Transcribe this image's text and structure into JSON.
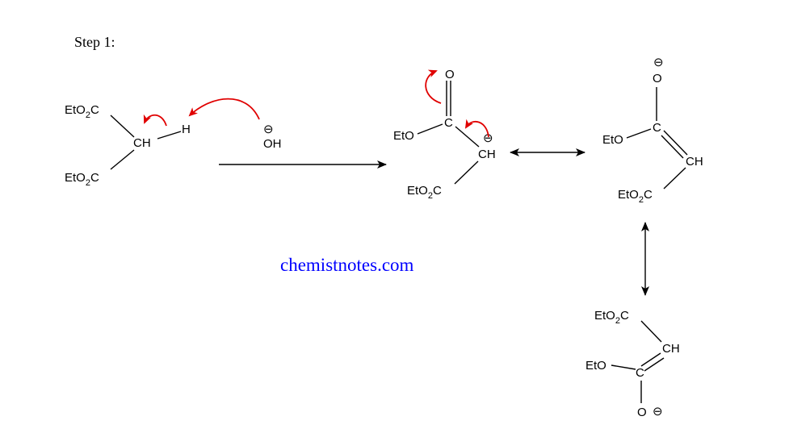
{
  "step_label": "Step 1:",
  "watermark": {
    "text": "chemistnotes.com",
    "color": "#0000ff"
  },
  "colors": {
    "curved_arrow": "#e00000",
    "ink": "#000000"
  },
  "molecule1": {
    "ester_top": {
      "pre": "EtO",
      "sub": "2",
      "post": "C"
    },
    "ester_bottom": {
      "pre": "EtO",
      "sub": "2",
      "post": "C"
    },
    "ch": "CH",
    "h": "H"
  },
  "hydroxide": {
    "charge": "⊖",
    "text": "OH"
  },
  "molecule2": {
    "o": "O",
    "c": "C",
    "eto": "EtO",
    "ch": "CH",
    "charge": "⊖",
    "ester": {
      "pre": "EtO",
      "sub": "2",
      "post": "C"
    }
  },
  "molecule3": {
    "charge": "⊖",
    "o": "O",
    "c": "C",
    "eto": "EtO",
    "ch": "CH",
    "ester": {
      "pre": "EtO",
      "sub": "2",
      "post": "C"
    }
  },
  "molecule4": {
    "ester": {
      "pre": "EtO",
      "sub": "2",
      "post": "C"
    },
    "ch": "CH",
    "eto": "EtO",
    "c": "C",
    "o": "O",
    "charge": "⊖"
  }
}
